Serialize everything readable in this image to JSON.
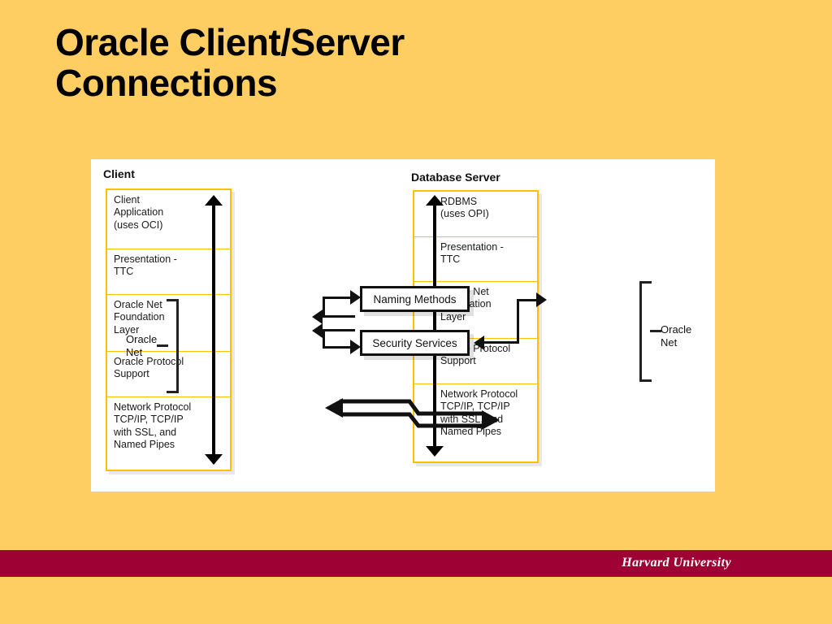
{
  "slide": {
    "title": "Oracle Client/Server\nConnections",
    "background_color": "#FFCE63",
    "panel_color": "#FFFFFF",
    "box_border_color": "#FFC000"
  },
  "diagram": {
    "client": {
      "heading": "Client",
      "layers": [
        {
          "text": "Client\nApplication\n(uses OCI)"
        },
        {
          "text": "Presentation -\nTTC"
        },
        {
          "text": "Oracle Net\nFoundation\nLayer"
        },
        {
          "text": "Oracle Protocol\nSupport"
        },
        {
          "text": "Network Protocol\nTCP/IP, TCP/IP\nwith SSL, and\nNamed Pipes"
        }
      ],
      "bracket_label": "Oracle\nNet"
    },
    "server": {
      "heading": "Database Server",
      "layers": [
        {
          "text": "RDBMS\n(uses OPI)"
        },
        {
          "text": "Presentation -\nTTC"
        },
        {
          "text": "Oracle Net\nFoundation\nLayer"
        },
        {
          "text": "Oracle Protocol\nSupport"
        },
        {
          "text": "Network Protocol\nTCP/IP, TCP/IP\nwith SSL, and\nNamed Pipes"
        }
      ],
      "bracket_label": "Oracle\nNet"
    },
    "services": [
      {
        "label": "Naming Methods"
      },
      {
        "label": "Security Services"
      }
    ]
  },
  "footer": {
    "text": "Harvard University",
    "band_color": "#9E0234"
  }
}
